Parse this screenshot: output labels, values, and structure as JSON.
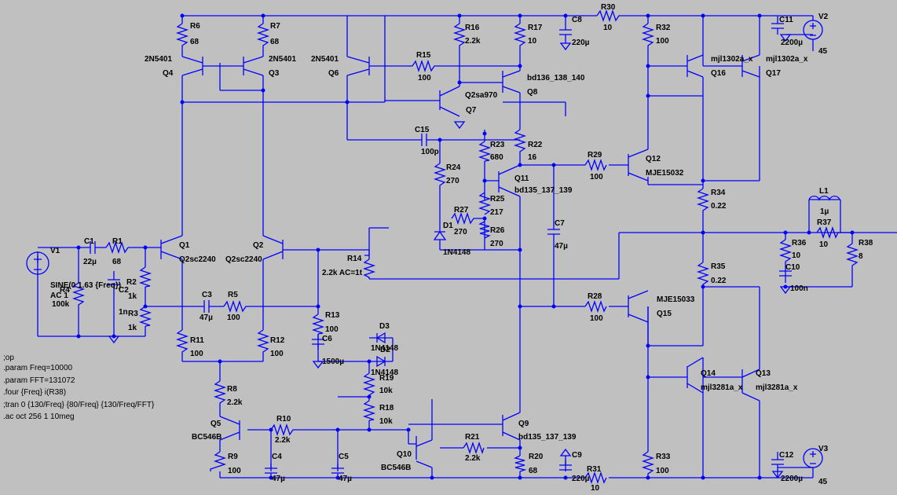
{
  "components": [
    {
      "id": "r6",
      "ref": "R6",
      "value": "68"
    },
    {
      "id": "r7",
      "ref": "R7",
      "value": "68"
    },
    {
      "id": "q4",
      "ref": "Q4",
      "model": "2N5401"
    },
    {
      "id": "q3",
      "ref": "Q3",
      "model": "2N5401"
    },
    {
      "id": "q6",
      "ref": "Q6",
      "model": "2N5401"
    },
    {
      "id": "r15",
      "ref": "R15",
      "value": "100"
    },
    {
      "id": "r16",
      "ref": "R16",
      "value": "2.2k"
    },
    {
      "id": "r17",
      "ref": "R17",
      "value": "10"
    },
    {
      "id": "c8",
      "ref": "C8",
      "value": "220µ"
    },
    {
      "id": "r30",
      "ref": "R30",
      "value": "10"
    },
    {
      "id": "r32",
      "ref": "R32",
      "value": "100"
    },
    {
      "id": "c11",
      "ref": "C11",
      "value": "2200µ"
    },
    {
      "id": "v2",
      "ref": "V2",
      "value": "45"
    },
    {
      "id": "q7",
      "ref": "Q7",
      "model": "Q2sa970"
    },
    {
      "id": "q8",
      "ref": "Q8",
      "model": "bd136_138_140"
    },
    {
      "id": "q16",
      "ref": "Q16",
      "model": "mjl1302a_x"
    },
    {
      "id": "q17",
      "ref": "Q17",
      "model": "mjl1302a_x"
    },
    {
      "id": "c15",
      "ref": "C15",
      "value": "100p"
    },
    {
      "id": "r23",
      "ref": "R23",
      "value": "680"
    },
    {
      "id": "r22",
      "ref": "R22",
      "value": "16"
    },
    {
      "id": "r29",
      "ref": "R29",
      "value": "100"
    },
    {
      "id": "q12",
      "ref": "Q12",
      "model": "MJE15032"
    },
    {
      "id": "r24",
      "ref": "R24",
      "value": "270"
    },
    {
      "id": "q11",
      "ref": "Q11",
      "model": "bd135_137_139"
    },
    {
      "id": "r34",
      "ref": "R34",
      "value": "0.22"
    },
    {
      "id": "l1",
      "ref": "L1",
      "value": "1µ"
    },
    {
      "id": "r25",
      "ref": "R25",
      "value": "217"
    },
    {
      "id": "r27",
      "ref": "R27",
      "value": "270"
    },
    {
      "id": "d1",
      "ref": "D1",
      "model": "1N4148"
    },
    {
      "id": "r26",
      "ref": "R26",
      "value": "270"
    },
    {
      "id": "c7",
      "ref": "C7",
      "value": "47µ"
    },
    {
      "id": "r36",
      "ref": "R36",
      "value": "10"
    },
    {
      "id": "r37",
      "ref": "R37",
      "value": "10"
    },
    {
      "id": "r38",
      "ref": "R38",
      "value": "8"
    },
    {
      "id": "c10",
      "ref": "C10",
      "value": "100n"
    },
    {
      "id": "v1",
      "ref": "V1",
      "value": "SINE(0 1.63 {Freq})",
      "extra": "AC 1"
    },
    {
      "id": "c1",
      "ref": "C1",
      "value": "22µ"
    },
    {
      "id": "r1",
      "ref": "R1",
      "value": "68"
    },
    {
      "id": "q1",
      "ref": "Q1",
      "model": "Q2sc2240"
    },
    {
      "id": "q2",
      "ref": "Q2",
      "model": "Q2sc2240"
    },
    {
      "id": "r14",
      "ref": "R14",
      "value": "2.2k AC=1t"
    },
    {
      "id": "r35",
      "ref": "R35",
      "value": "0.22"
    },
    {
      "id": "r4",
      "ref": "R4",
      "value": "100k"
    },
    {
      "id": "r2",
      "ref": "R2",
      "value": "1k"
    },
    {
      "id": "c2",
      "ref": "C2",
      "value": "1n"
    },
    {
      "id": "r3",
      "ref": "R3",
      "value": "1k"
    },
    {
      "id": "c3",
      "ref": "C3",
      "value": "47µ"
    },
    {
      "id": "r5",
      "ref": "R5",
      "value": "100"
    },
    {
      "id": "r13",
      "ref": "R13",
      "value": "100"
    },
    {
      "id": "c6",
      "ref": "C6",
      "value": "1500µ"
    },
    {
      "id": "d3",
      "ref": "D3",
      "model": "1N4148"
    },
    {
      "id": "d2",
      "ref": "D2",
      "model": "1N4148"
    },
    {
      "id": "r28",
      "ref": "R28",
      "value": "100"
    },
    {
      "id": "q15",
      "ref": "Q15",
      "model": "MJE15033"
    },
    {
      "id": "r11",
      "ref": "R11",
      "value": "100"
    },
    {
      "id": "r12",
      "ref": "R12",
      "value": "100"
    },
    {
      "id": "q14",
      "ref": "Q14",
      "model": "mjl3281a_x"
    },
    {
      "id": "q13",
      "ref": "Q13",
      "model": "mjl3281a_x"
    },
    {
      "id": "r8",
      "ref": "R8",
      "value": "2.2k"
    },
    {
      "id": "r19",
      "ref": "R19",
      "value": "10k"
    },
    {
      "id": "r18",
      "ref": "R18",
      "value": "10k"
    },
    {
      "id": "q5",
      "ref": "Q5",
      "model": "BC546B"
    },
    {
      "id": "r10",
      "ref": "R10",
      "value": "2.2k"
    },
    {
      "id": "q9",
      "ref": "Q9",
      "model": "bd135_137_139"
    },
    {
      "id": "r21",
      "ref": "R21",
      "value": "2.2k"
    },
    {
      "id": "r9",
      "ref": "R9",
      "value": "100"
    },
    {
      "id": "c4",
      "ref": "C4",
      "value": "47µ"
    },
    {
      "id": "c5",
      "ref": "C5",
      "value": "47µ"
    },
    {
      "id": "q10",
      "ref": "Q10",
      "model": "BC546B"
    },
    {
      "id": "r20",
      "ref": "R20",
      "value": "68"
    },
    {
      "id": "c9",
      "ref": "C9",
      "value": "220µ"
    },
    {
      "id": "r31",
      "ref": "R31",
      "value": "10"
    },
    {
      "id": "r33",
      "ref": "R33",
      "value": "100"
    },
    {
      "id": "c12",
      "ref": "C12",
      "value": "2200µ"
    },
    {
      "id": "v3",
      "ref": "V3",
      "value": "45"
    }
  ],
  "directives": [
    ";op",
    ".param Freq=10000",
    ".param FFT=131072",
    ".four {Freq} i(R38)",
    ";tran 0 {130/Freq} {80/Freq} {130/Freq/FFT}",
    ".ac oct 256 1 10meg"
  ],
  "colors": {
    "background": "#c0c0c0",
    "wire": "#0000ff",
    "text": "#000000"
  }
}
